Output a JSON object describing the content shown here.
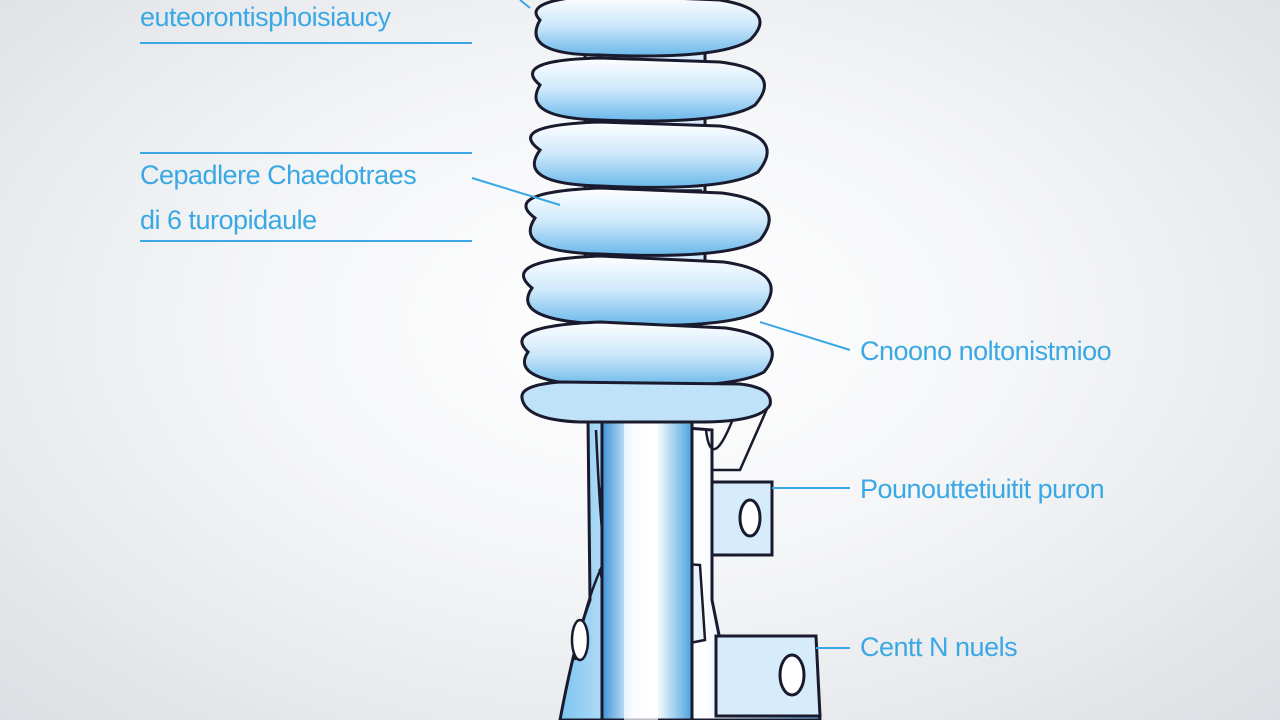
{
  "labels": {
    "top_left": "euteorontisphoisiaucy",
    "mid_left_line1": "Cepadlere Chaedotraes",
    "mid_left_line2": "di 6 turopidaule",
    "right_1": "Cnoono noltonistmioo",
    "right_2": "Pounouttetiuitit puron",
    "right_3": "Centt N nuels"
  },
  "colors": {
    "accent": "#3aa8e4",
    "outline": "#1a1a2e",
    "metal_light": "#e6f3fc",
    "metal_blue": "#5fb6ea"
  }
}
